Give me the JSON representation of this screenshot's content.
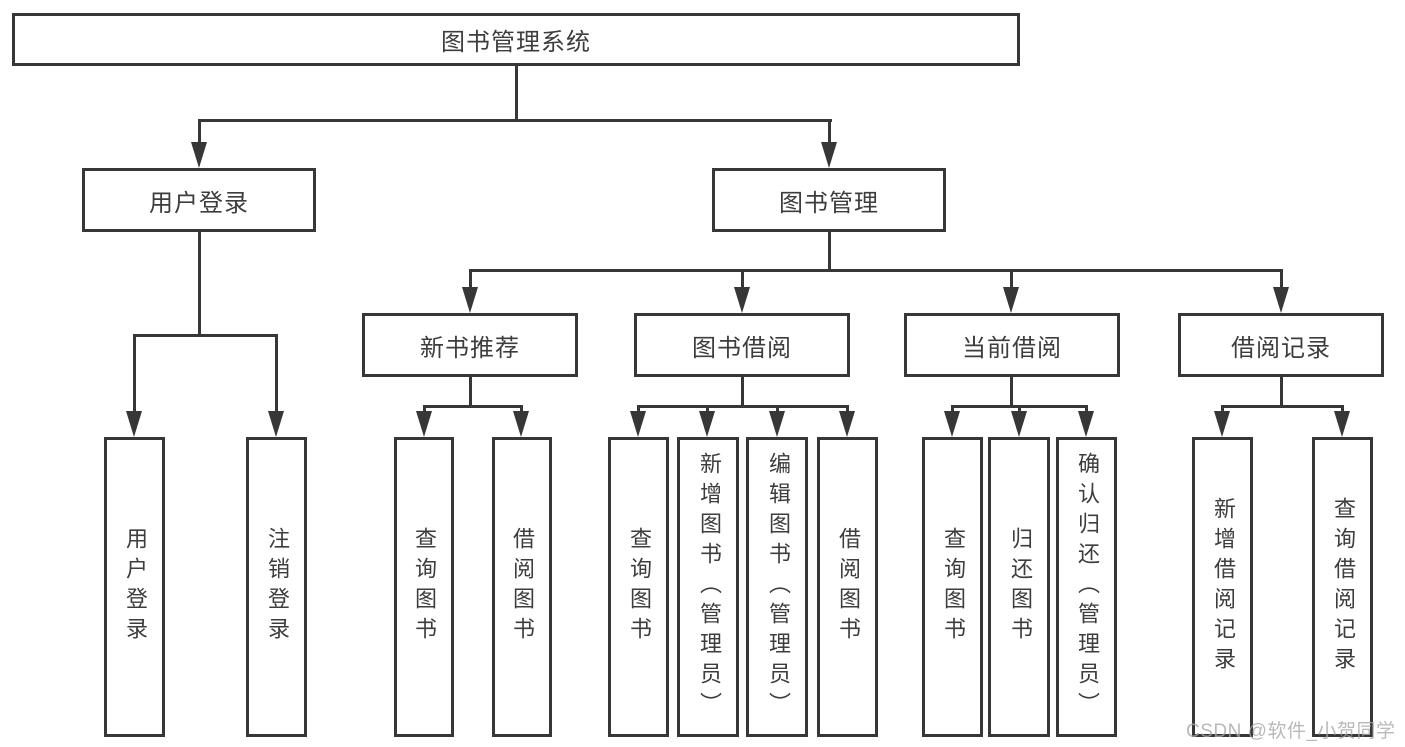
{
  "diagram": {
    "title_node": "library management system hierarchy chart",
    "root": {
      "label": "图书管理系统"
    },
    "level2": [
      {
        "label": "用户登录"
      },
      {
        "label": "图书管理"
      }
    ],
    "level3": [
      {
        "label": "新书推荐"
      },
      {
        "label": "图书借阅"
      },
      {
        "label": "当前借阅"
      },
      {
        "label": "借阅记录"
      }
    ],
    "leaves": {
      "user_login": [
        "用户登录",
        "注销登录"
      ],
      "new_books": [
        "查询图书",
        "借阅图书"
      ],
      "book_borrow": [
        "查询图书",
        "新增图书（管理员）",
        "编辑图书（管理员）",
        "借阅图书"
      ],
      "current_borrow": [
        "查询图书",
        "归还图书",
        "确认归还（管理员）"
      ],
      "borrow_records": [
        "新增借阅记录",
        "查询借阅记录"
      ]
    }
  },
  "watermark": {
    "text": "CSDN @软件_小贺同学"
  },
  "colors": {
    "line": "#373737",
    "text": "#3d3d3d",
    "background": "#ffffff",
    "watermark": "#a8a8a8"
  }
}
